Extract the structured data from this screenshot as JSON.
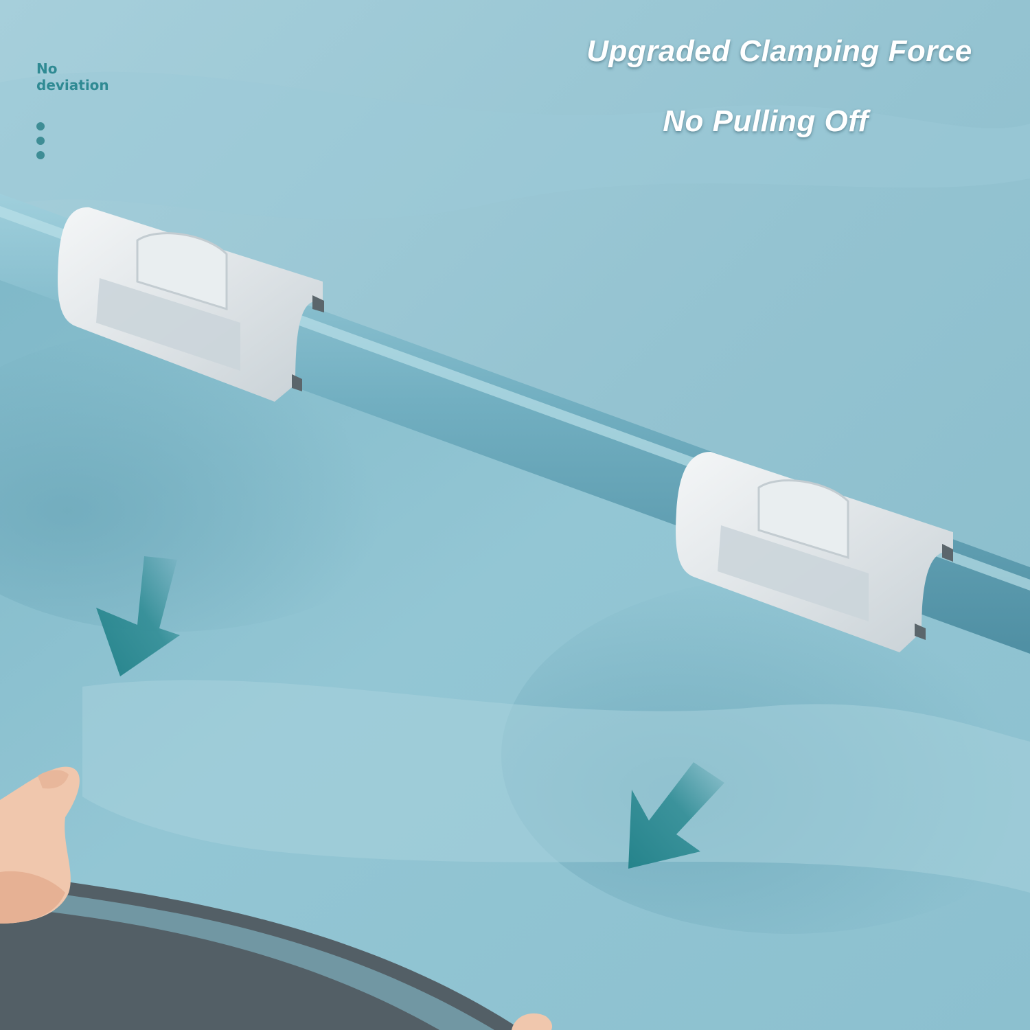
{
  "headline": {
    "line1": "Upgraded Clamping Force",
    "line2": "No Pulling Off"
  },
  "side_label": {
    "line1": "No",
    "line2": "deviation"
  },
  "colors": {
    "curtain_light": "#9ccad8",
    "curtain_mid": "#7fb6c6",
    "rod": "#6fadc0",
    "clip": "#e6eaec",
    "arrow": "#2c8a92",
    "accent_text": "#2f8a93",
    "dark_floor": "#535f66",
    "skin": "#f0c7ad"
  },
  "icons": [
    "pagination-dots-icon",
    "down-left-arrow-icon"
  ]
}
